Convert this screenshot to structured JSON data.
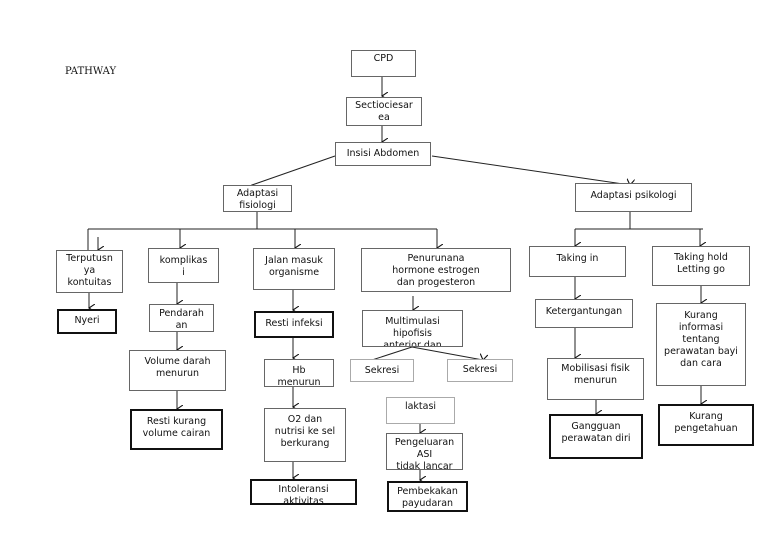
{
  "title": "PATHWAY",
  "nodes": {
    "cpd": "CPD",
    "sectio": "Sectiociesar\nea",
    "insisi": "Insisi Abdomen",
    "adaptasi_fisiologi": "Adaptasi\nfisiologi",
    "adaptasi_psikologi": "Adaptasi psikologi",
    "terputusnya": "Terputusn\nya\nkontuitas",
    "komplikasi": "komplikas\ni",
    "jalan_masuk": "Jalan masuk\norganisme",
    "penurunan_hormone": "Penurunana\nhormone estrogen\ndan progesteron",
    "taking_in": "Taking in",
    "taking_hold": "Taking hold\nLetting go",
    "nyeri": "Nyeri",
    "pendarahan": "Pendarah\nan",
    "resti_infeksi": "Resti infeksi",
    "multimulasi": "Multimulasi hipofisis\nanterior dan",
    "ketergantungan": "Ketergantungan",
    "kurang_informasi": "Kurang\ninformasi\ntentang\nperawatan bayi\ndan cara",
    "volume_darah": "Volume darah\nmenurun",
    "hb_menurun": "Hb\nmenurun",
    "sekresi_left": "Sekresi",
    "sekresi_right": "Sekresi",
    "mobilisasi": "Mobilisasi fisik\nmenurun",
    "laktasi": "laktasi",
    "resti_kurang": "Resti kurang\nvolume cairan",
    "o2_nutrisi": "O2 dan\nnutrisi ke sel\nberkurang",
    "gangguan": "Gangguan\nperawatan diri",
    "kurang_pengetahuan": "Kurang\npengetahuan",
    "pengeluaran_asi": "Pengeluaran ASI\ntidak lancar",
    "intoleransi": "Intoleransi\naktivitas",
    "pembekakan": "Pembekakan\npayudaran"
  }
}
